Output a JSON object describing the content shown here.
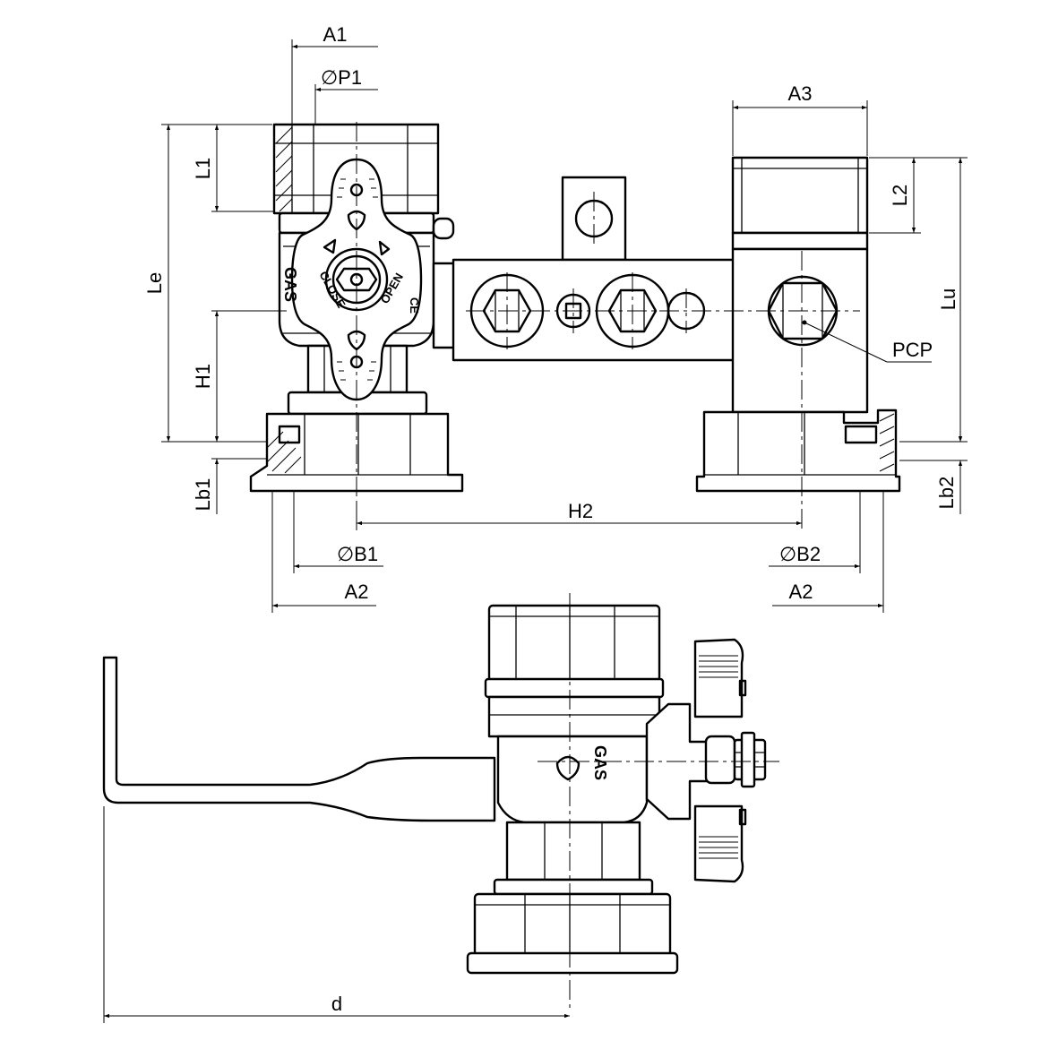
{
  "labels": {
    "A1": "A1",
    "P1": "P1",
    "A3": "A3",
    "L1": "L1",
    "L2": "L2",
    "Le": "Le",
    "Lu": "Lu",
    "H1": "H1",
    "H2": "H2",
    "PCP": "PCP",
    "Lb1": "Lb1",
    "Lb2": "Lb2",
    "B1": "B1",
    "B2": "B2",
    "A2_left": "A2",
    "A2_right": "A2",
    "d": "d"
  },
  "symbols": {
    "diameter": "∅"
  },
  "markings": {
    "close": "CLOSE",
    "open": "OPEN",
    "gas": "GAS",
    "ce": "CE"
  },
  "colors": {
    "line": "#000000",
    "background": "#ffffff"
  }
}
